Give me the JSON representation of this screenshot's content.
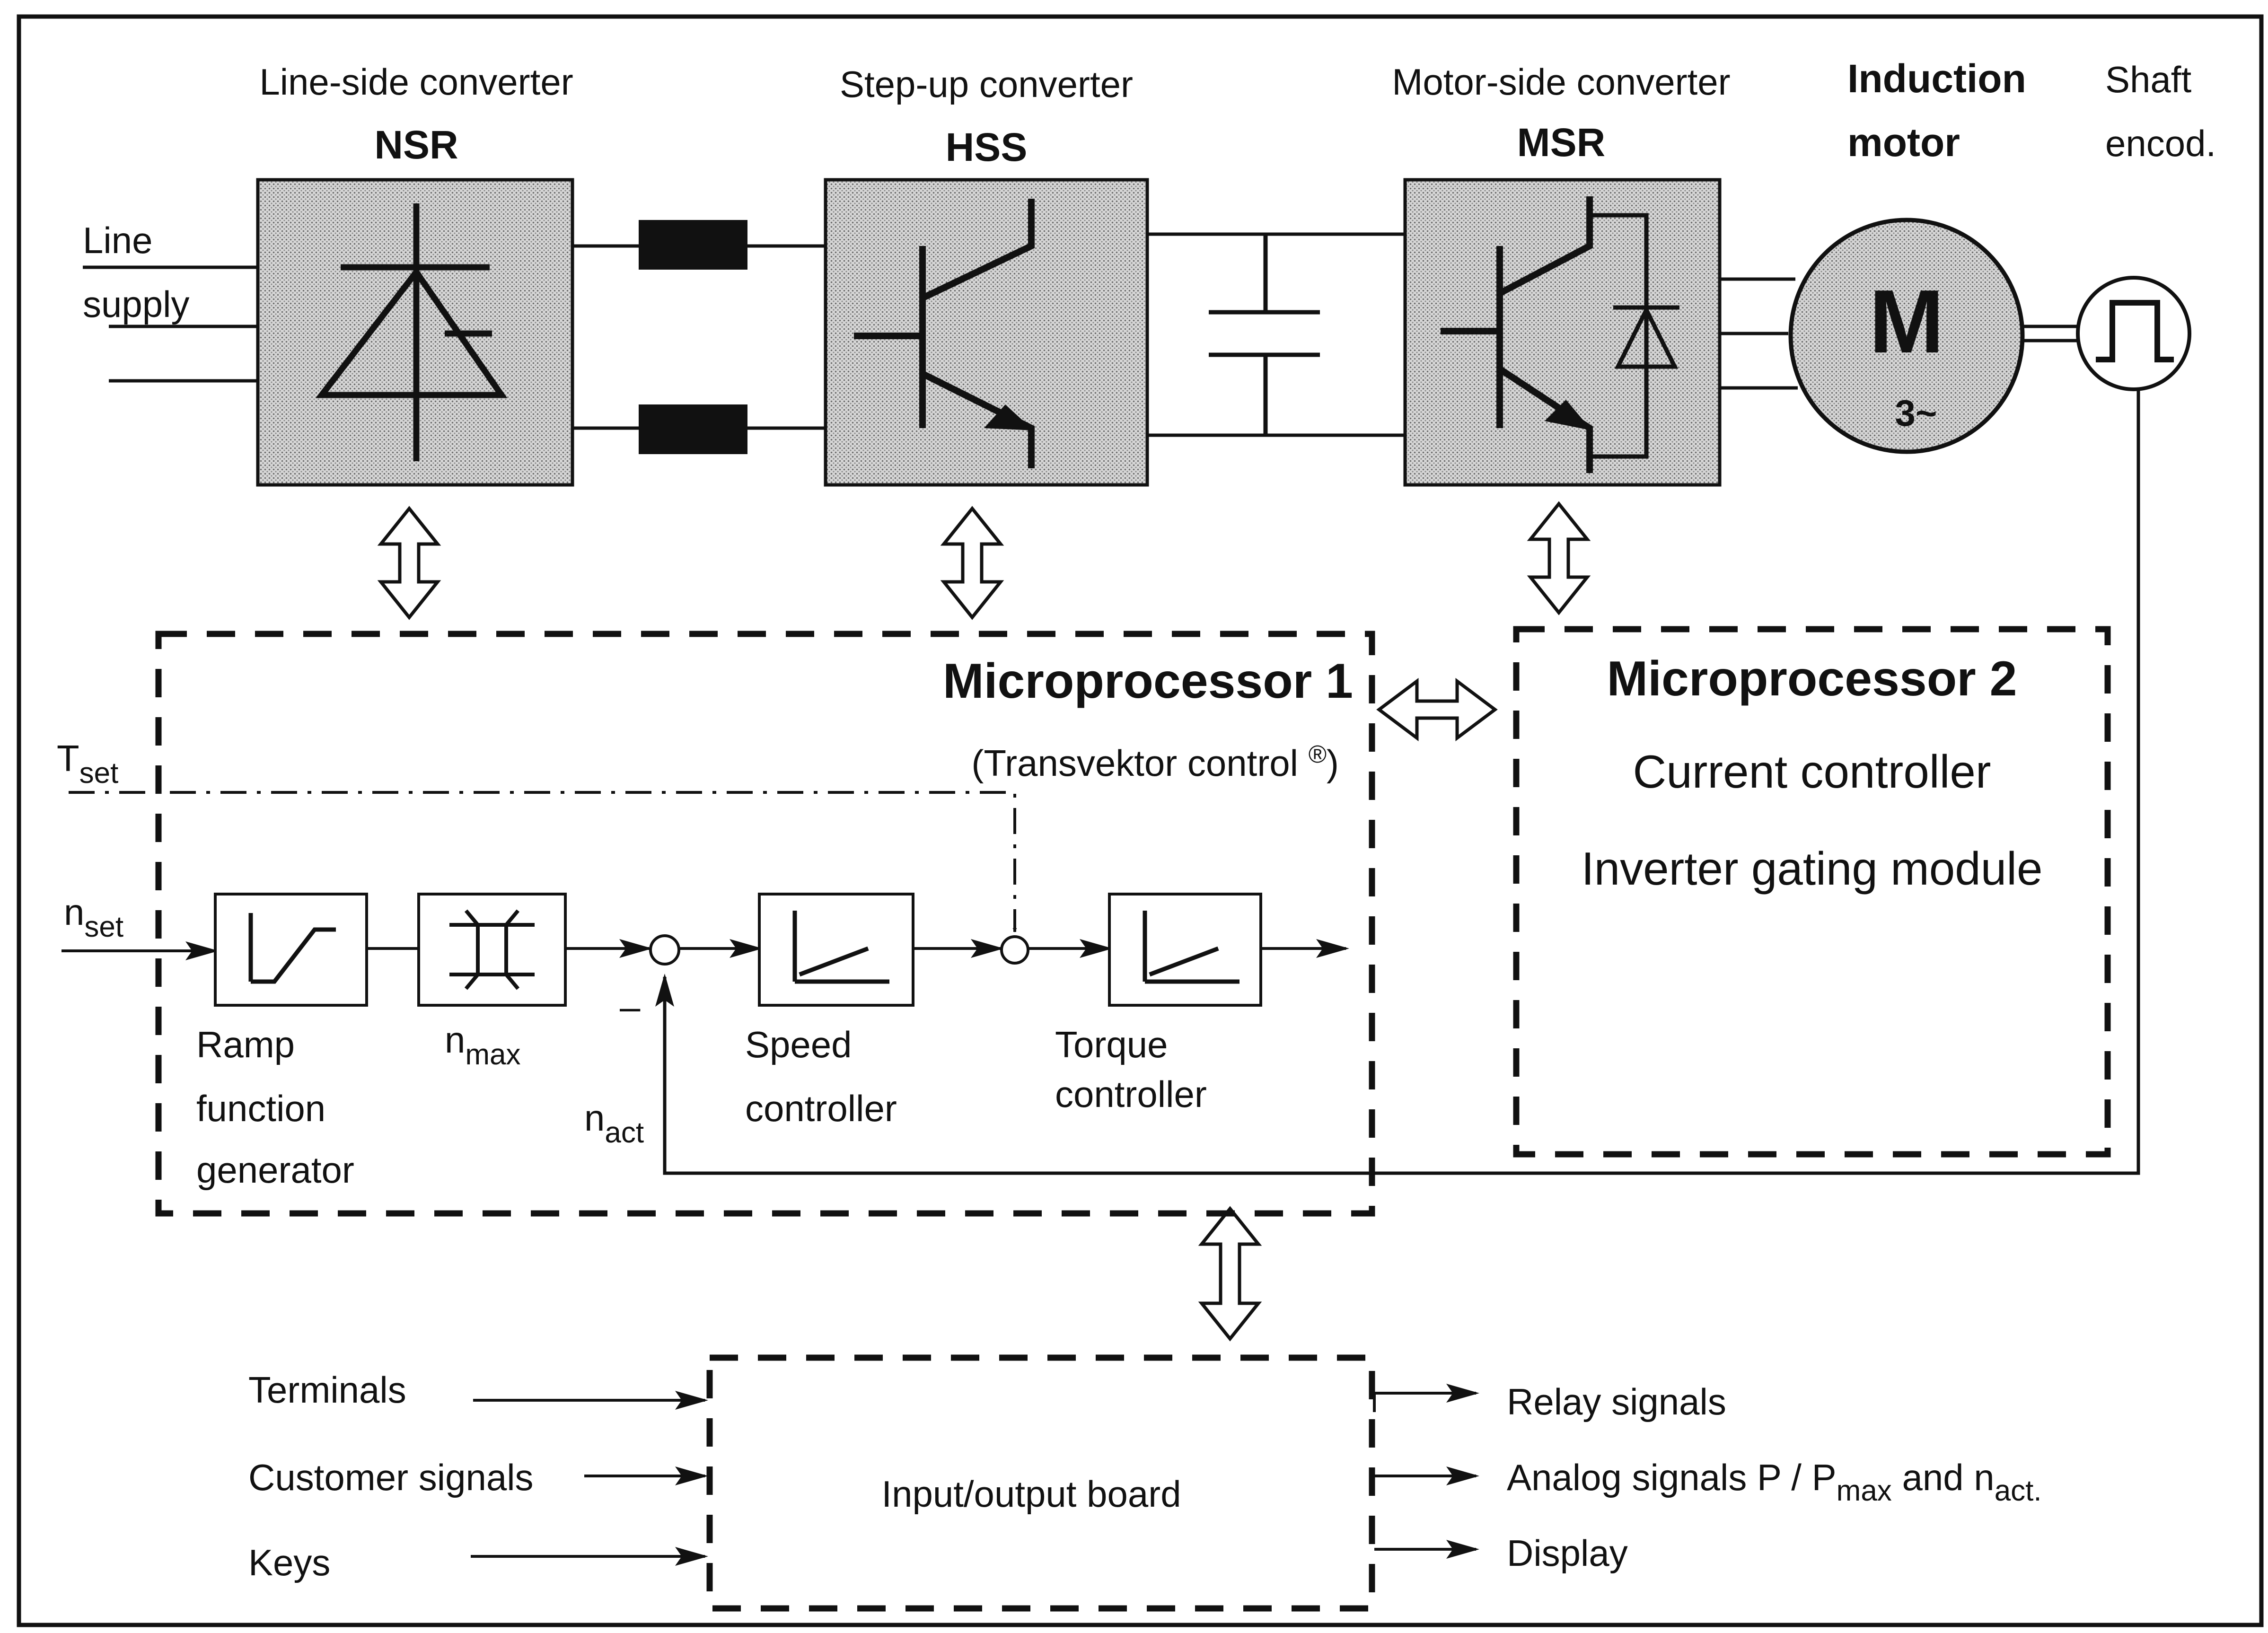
{
  "converters": {
    "line_side": {
      "caption": "Line-side converter",
      "code": "NSR"
    },
    "step_up": {
      "caption": "Step-up converter",
      "code": "HSS"
    },
    "motor_side": {
      "caption": "Motor-side converter",
      "code": "MSR"
    }
  },
  "motor": {
    "caption_line1": "Induction",
    "caption_line2": "motor",
    "symbol": "M",
    "phase": "3~"
  },
  "encoder": {
    "caption_line1": "Shaft",
    "caption_line2": "encod."
  },
  "line_supply": {
    "line1": "Line",
    "line2": "supply"
  },
  "mp1": {
    "title": "Microprocessor 1",
    "subtitle_pre": "(Transvektor control ",
    "subtitle_reg": "®",
    "subtitle_post": ")"
  },
  "mp2": {
    "title": "Microprocessor 2",
    "line1": "Current controller",
    "line2": "Inverter gating module"
  },
  "signals": {
    "t_set": {
      "base": "T",
      "sub": "set"
    },
    "n_set": {
      "base": "n",
      "sub": "set"
    },
    "n_max": {
      "base": "n",
      "sub": "max"
    },
    "n_act": {
      "base": "n",
      "sub": "act"
    },
    "minus": "–"
  },
  "blocks": {
    "ramp": {
      "line1": "Ramp",
      "line2": "function",
      "line3": "generator"
    },
    "speed": {
      "line1": "Speed",
      "line2": "controller"
    },
    "torque": {
      "line1": "Torque",
      "line2": "controller"
    }
  },
  "io": {
    "board": "Input/output board",
    "inputs": [
      "Terminals",
      "Customer signals",
      "Keys"
    ],
    "relay": "Relay signals",
    "analog_pre": "Analog signals P / P",
    "analog_sub1": "max",
    "analog_mid": " and n",
    "analog_sub2": "act.",
    "display": "Display"
  }
}
